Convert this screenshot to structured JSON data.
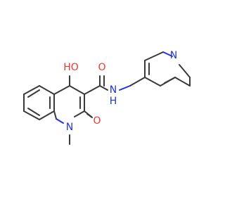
{
  "atoms": {
    "hydroxyl": "HO",
    "carbonyl_amide": "O",
    "carbonyl_ring": "O",
    "amide_n": "N",
    "amide_h": "H",
    "ring_n": "N",
    "pyridine_n": "N"
  },
  "colors": {
    "bond": "#3a3a3a",
    "oxygen": "#e53935",
    "nitrogen": "#2233dd"
  }
}
